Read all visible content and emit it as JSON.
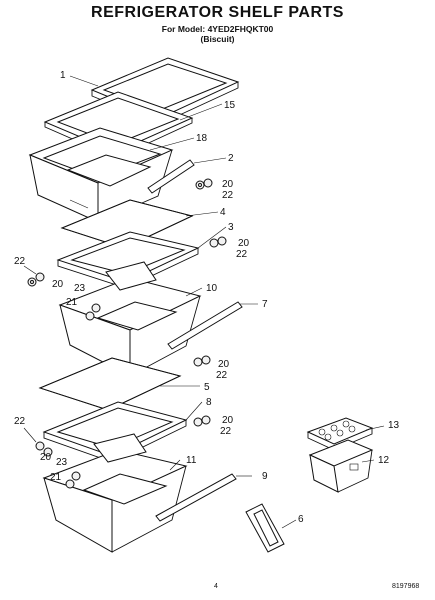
{
  "header": {
    "title": "REFRIGERATOR SHELF PARTS",
    "model_line": "For Model: 4YED2FHQKT00",
    "color_line": "(Biscuit)"
  },
  "footer": {
    "page_number": "4",
    "doc_number": "8197968"
  },
  "callouts": [
    "1",
    "15",
    "18",
    "2",
    "20",
    "22",
    "4",
    "3",
    "20",
    "22",
    "22",
    "20",
    "23",
    "21",
    "10",
    "7",
    "20",
    "22",
    "5",
    "8",
    "20",
    "22",
    "22",
    "20",
    "23",
    "21",
    "11",
    "9",
    "13",
    "12",
    "6"
  ]
}
